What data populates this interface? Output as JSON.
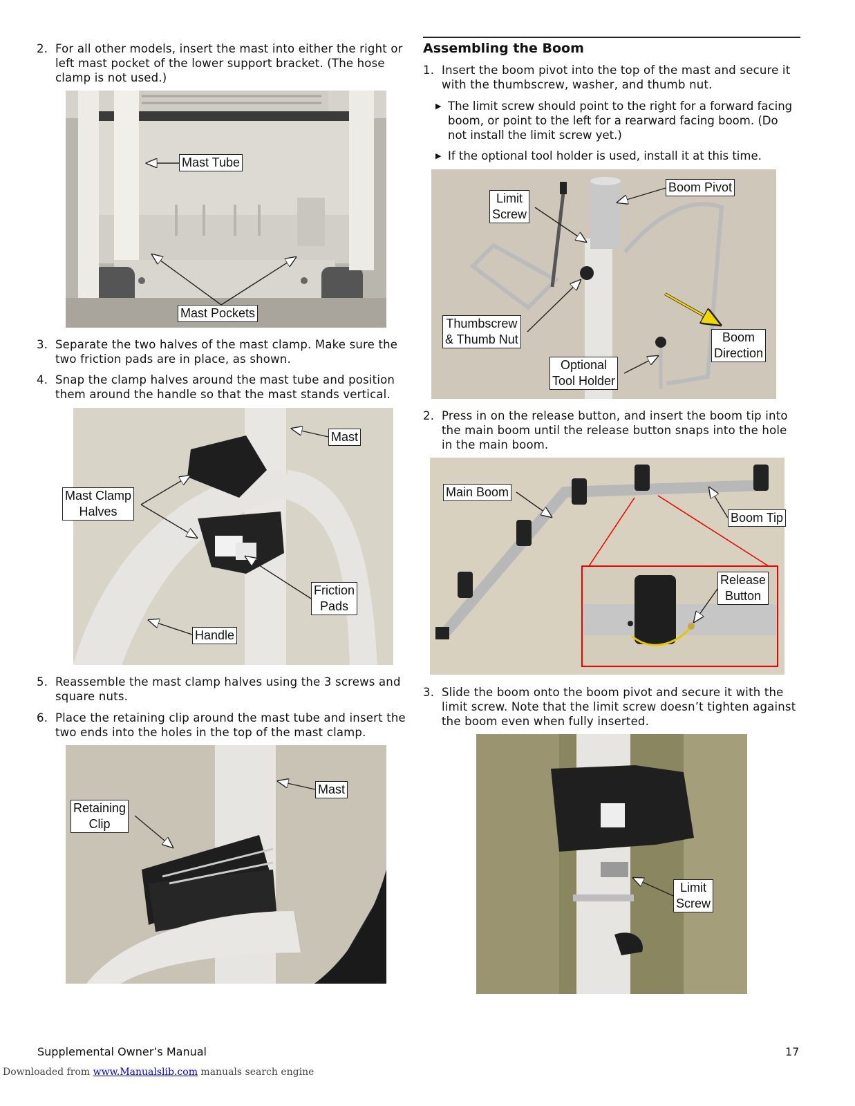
{
  "left": {
    "step2": {
      "num": "2.",
      "text": "For all other models, insert the mast into either the right or left mast pocket of the lower support bracket. (The hose clamp is not used.)"
    },
    "fig1": {
      "labels": {
        "mast_tube": "Mast Tube",
        "mast_pockets": "Mast Pockets"
      }
    },
    "step3": {
      "num": "3.",
      "text": "Separate the two halves of the mast clamp. Make sure the two friction pads are in place, as shown."
    },
    "step4": {
      "num": "4.",
      "text": "Snap the clamp halves around the mast tube and position them around the handle so that the mast stands vertical."
    },
    "fig2": {
      "labels": {
        "mast": "Mast",
        "clamp_halves_1": "Mast Clamp",
        "clamp_halves_2": "Halves",
        "friction_1": "Friction",
        "friction_2": "Pads",
        "handle": "Handle"
      }
    },
    "step5": {
      "num": "5.",
      "text": "Reassemble the mast clamp halves using the 3 screws and square nuts."
    },
    "step6": {
      "num": "6.",
      "text": "Place the retaining clip around the mast tube and insert the two ends into the holes in the top of the mast clamp."
    },
    "fig3": {
      "labels": {
        "mast": "Mast",
        "clip_1": "Retaining",
        "clip_2": "Clip"
      }
    }
  },
  "right": {
    "heading": "Assembling the Boom",
    "step1": {
      "num": "1.",
      "text": "Insert the boom pivot into the top of the mast and secure it with the thumbscrew, washer, and thumb nut."
    },
    "bullet1": "The limit screw should point to the right for a forward facing boom, or point to the left for a rearward facing boom. (Do not install the limit screw yet.)",
    "bullet2": "If the optional tool holder is used, install it at this time.",
    "fig4": {
      "labels": {
        "limit_1": "Limit",
        "limit_2": "Screw",
        "boom_pivot": "Boom Pivot",
        "thumb_1": "Thumbscrew",
        "thumb_2": "& Thumb Nut",
        "tool_1": "Optional",
        "tool_2": "Tool Holder",
        "dir_1": "Boom",
        "dir_2": "Direction"
      }
    },
    "step2": {
      "num": "2.",
      "text": "Press in on the release button, and insert the boom tip into the main boom until the release button snaps into the hole in the main boom."
    },
    "fig5": {
      "labels": {
        "main_boom": "Main Boom",
        "boom_tip": "Boom Tip",
        "release_1": "Release",
        "release_2": "Button"
      }
    },
    "step3": {
      "num": "3.",
      "text": "Slide the boom onto the boom pivot and secure it with the limit screw. Note that the limit screw doesn’t tighten against the boom even when fully inserted."
    },
    "fig6": {
      "labels": {
        "limit_1": "Limit",
        "limit_2": "Screw"
      }
    }
  },
  "footer": {
    "title": "Supplemental Owner’s Manual",
    "page": "17"
  },
  "download": {
    "prefix": "Downloaded from ",
    "link": "www.Manualslib.com",
    "suffix": " manuals search engine"
  }
}
